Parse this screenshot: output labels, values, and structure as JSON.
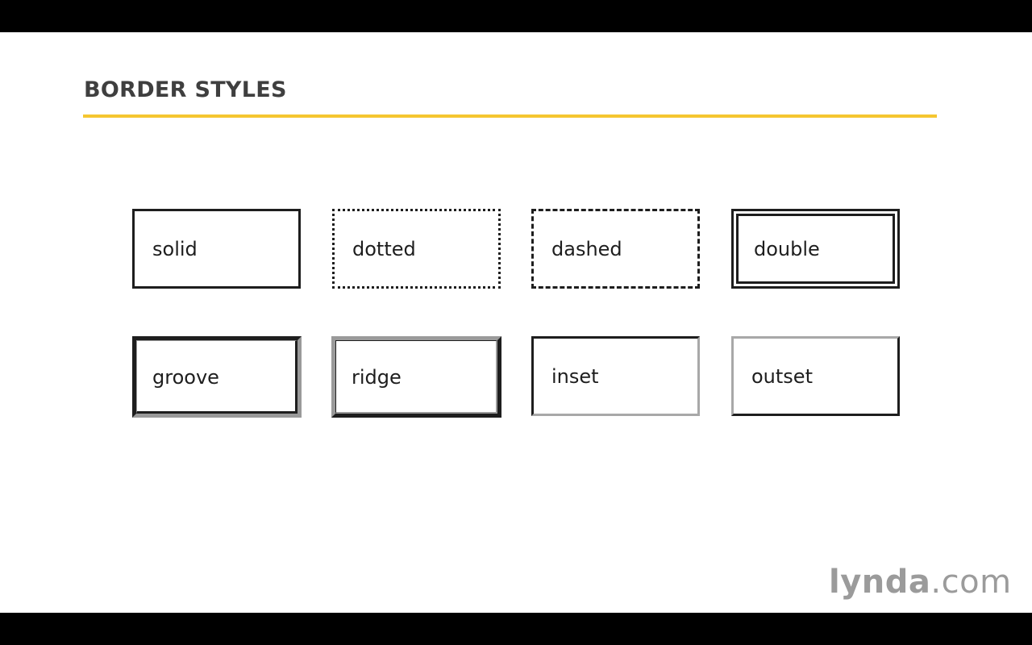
{
  "slide": {
    "title": "BORDER STYLES",
    "accent_color": "#f5c630"
  },
  "border_styles": [
    {
      "style": "solid",
      "label": "solid"
    },
    {
      "style": "dotted",
      "label": "dotted"
    },
    {
      "style": "dashed",
      "label": "dashed"
    },
    {
      "style": "double",
      "label": "double"
    },
    {
      "style": "groove",
      "label": "groove"
    },
    {
      "style": "ridge",
      "label": "ridge"
    },
    {
      "style": "inset",
      "label": "inset"
    },
    {
      "style": "outset",
      "label": "outset"
    }
  ],
  "watermark": {
    "brand": "lynda",
    "suffix": ".com"
  }
}
